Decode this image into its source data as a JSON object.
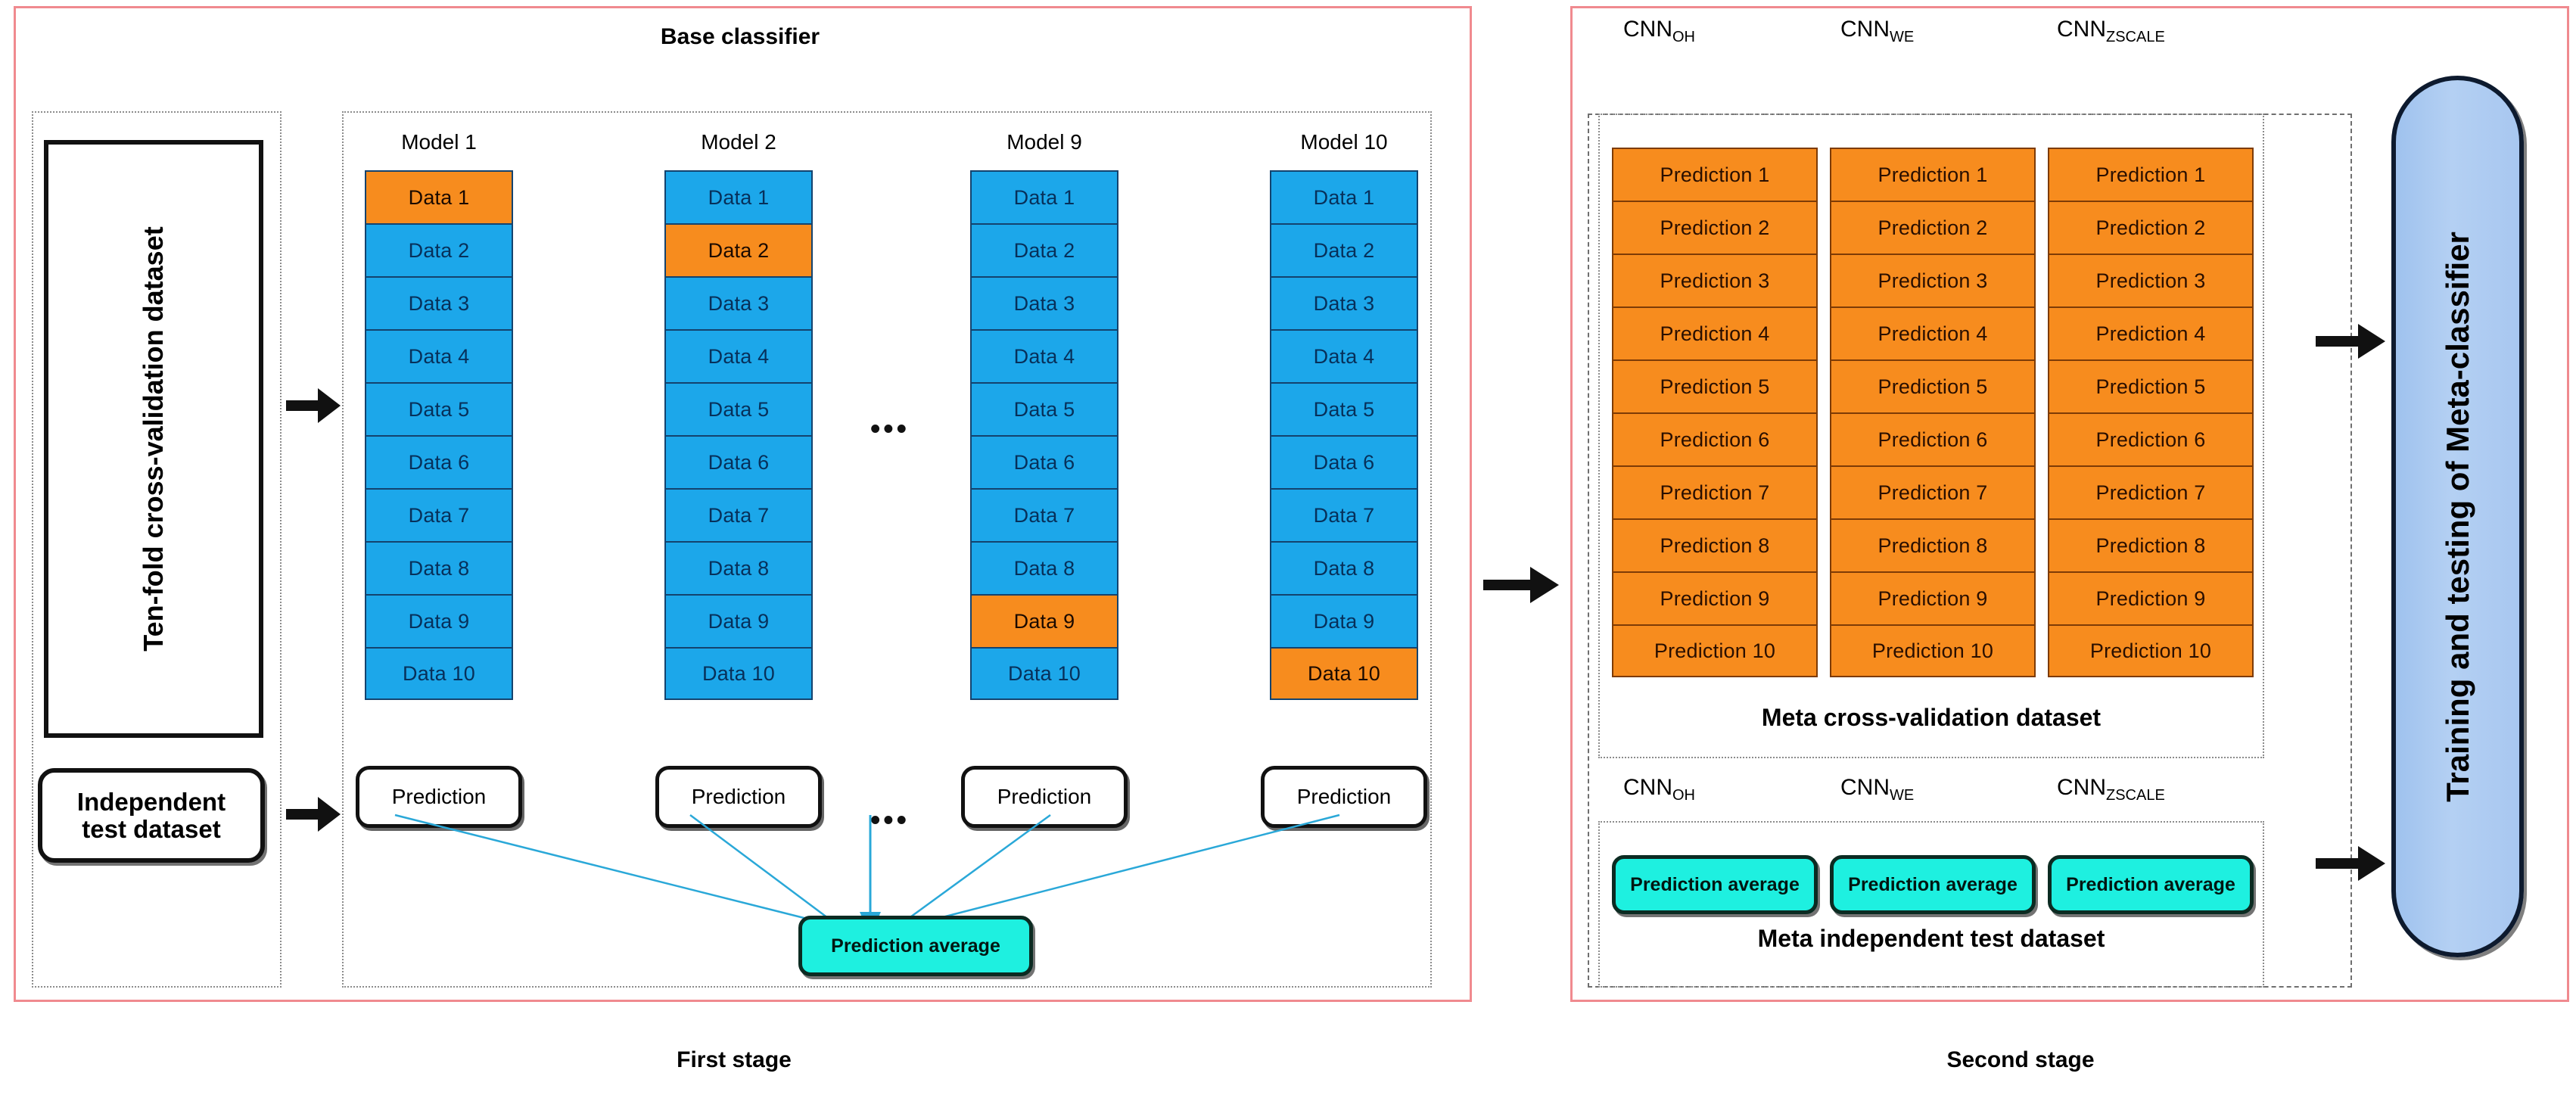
{
  "figure": {
    "stage1_caption": "First stage",
    "stage2_caption": "Second stage",
    "base_classifier_title": "Base classifier"
  },
  "colors": {
    "data_cell": "#1ca7ea",
    "highlight_cell": "#f78c1e",
    "prediction_cell": "#f78c1e",
    "average_box": "#1ef0e0",
    "meta_classifier": "#a8c7f0",
    "panel_border": "#f08a8f",
    "arrow": "#111111",
    "converge_line": "#2aa8d8"
  },
  "stage1": {
    "inputs": {
      "cv_dataset_label": "Ten-fold cross-validation dataset",
      "independent_test_label_line1": "Independent",
      "independent_test_label_line2": "test dataset"
    },
    "models": [
      {
        "name": "Model 1",
        "highlight_index": 0,
        "cells": [
          "Data 1",
          "Data 2",
          "Data 3",
          "Data 4",
          "Data 5",
          "Data 6",
          "Data 7",
          "Data 8",
          "Data 9",
          "Data 10"
        ]
      },
      {
        "name": "Model 2",
        "highlight_index": 1,
        "cells": [
          "Data 1",
          "Data 2",
          "Data 3",
          "Data 4",
          "Data 5",
          "Data 6",
          "Data 7",
          "Data 8",
          "Data 9",
          "Data 10"
        ]
      },
      {
        "name": "Model 9",
        "highlight_index": 8,
        "cells": [
          "Data 1",
          "Data 2",
          "Data 3",
          "Data 4",
          "Data 5",
          "Data 6",
          "Data 7",
          "Data 8",
          "Data 9",
          "Data 10"
        ]
      },
      {
        "name": "Model 10",
        "highlight_index": 9,
        "cells": [
          "Data 1",
          "Data 2",
          "Data 3",
          "Data 4",
          "Data 5",
          "Data 6",
          "Data 7",
          "Data 8",
          "Data 9",
          "Data 10"
        ]
      }
    ],
    "ellipsis": "•••",
    "predictions": [
      "Prediction",
      "Prediction",
      "Prediction",
      "Prediction"
    ],
    "prediction_average_label": "Prediction average"
  },
  "stage2": {
    "cv_headers": [
      {
        "base": "CNN",
        "sub": "OH"
      },
      {
        "base": "CNN",
        "sub": "WE"
      },
      {
        "base": "CNN",
        "sub": "ZSCALE"
      }
    ],
    "test_headers": [
      {
        "base": "CNN",
        "sub": "OH"
      },
      {
        "base": "CNN",
        "sub": "WE"
      },
      {
        "base": "CNN",
        "sub": "ZSCALE"
      }
    ],
    "prediction_columns": [
      [
        "Prediction 1",
        "Prediction 2",
        "Prediction 3",
        "Prediction 4",
        "Prediction 5",
        "Prediction 6",
        "Prediction 7",
        "Prediction 8",
        "Prediction 9",
        "Prediction 10"
      ],
      [
        "Prediction 1",
        "Prediction 2",
        "Prediction 3",
        "Prediction 4",
        "Prediction 5",
        "Prediction 6",
        "Prediction 7",
        "Prediction 8",
        "Prediction 9",
        "Prediction 10"
      ],
      [
        "Prediction 1",
        "Prediction 2",
        "Prediction 3",
        "Prediction 4",
        "Prediction 5",
        "Prediction 6",
        "Prediction 7",
        "Prediction 8",
        "Prediction 9",
        "Prediction 10"
      ]
    ],
    "meta_cv_caption": "Meta cross-validation dataset",
    "prediction_averages": [
      "Prediction average",
      "Prediction average",
      "Prediction average"
    ],
    "meta_test_caption": "Meta independent test dataset",
    "meta_classifier_label": "Training and testing of Meta-classifier"
  }
}
